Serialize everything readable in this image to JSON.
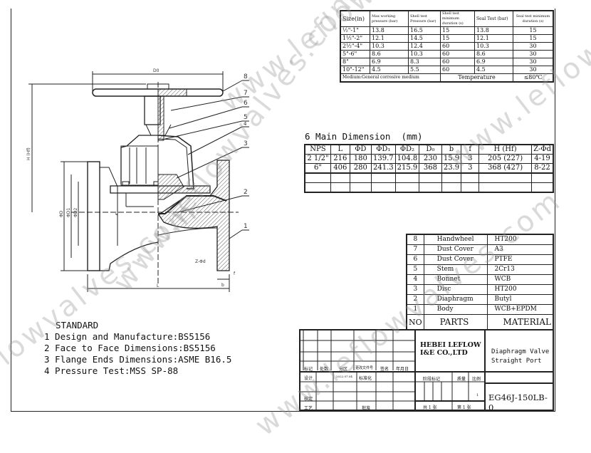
{
  "pressure_table": {
    "headers": [
      "Size(in)",
      "Max working pressure (bar)",
      "Shell test Pressure (bar)",
      "Shell test minimum duration (s)",
      "Seal Test (bar)",
      "Seal test minimum duration (s)"
    ],
    "rows": [
      [
        "½\"-1\"",
        "13.8",
        "16.5",
        "15",
        "13.8",
        "15"
      ],
      [
        "1½\"-2\"",
        "12.1",
        "14.5",
        "15",
        "12.1",
        "15"
      ],
      [
        "2½\"-4\"",
        "10.3",
        "12.4",
        "60",
        "10.3",
        "30"
      ],
      [
        "5\"-6\"",
        "8.6",
        "10.3",
        "60",
        "8.6",
        "30"
      ],
      [
        "8\"",
        "6.9",
        "8.3",
        "60",
        "6.9",
        "30"
      ],
      [
        "10\"-12\"",
        "4.5",
        "5.5",
        "60",
        "4.5",
        "30"
      ]
    ],
    "footer": {
      "medium": "Medium:General corrosive medium",
      "temp_label": "Temperature",
      "temp_value": "≤80℃"
    }
  },
  "main_dimension": {
    "title": "6 Main Dimension  (mm)",
    "headers": [
      "NPS",
      "L",
      "ΦD",
      "ΦD₁",
      "ΦD₂",
      "D₀",
      "b",
      "f",
      "H (Hf)",
      "Z-Φd"
    ],
    "rows": [
      [
        "2 1/2\"",
        "216",
        "180",
        "139.7",
        "104.8",
        "230",
        "15.9",
        "3",
        "205 (227)",
        "4-19"
      ],
      [
        "6\"",
        "406",
        "280",
        "241.3",
        "215.9",
        "368",
        "23.9",
        "3",
        "368 (427)",
        "8-22"
      ]
    ]
  },
  "parts": {
    "rows": [
      [
        "8",
        "Handwheel",
        "HT200"
      ],
      [
        "7",
        "Dust Cover",
        "A3"
      ],
      [
        "6",
        "Dust Cover",
        "PTFE"
      ],
      [
        "5",
        "Stem",
        "2Cr13"
      ],
      [
        "4",
        "Bonnet",
        "WCB"
      ],
      [
        "3",
        "Disc",
        "HT200"
      ],
      [
        "2",
        "Diaphragm",
        "Butyl"
      ],
      [
        "1",
        "Body",
        "WCB+EPDM"
      ]
    ],
    "header": [
      "NO",
      "PARTS",
      "MATERIAL"
    ]
  },
  "drawing": {
    "dims": {
      "d0": "D0",
      "h": "H (Hf)",
      "d": "ΦD",
      "d1": "ΦD1",
      "d2": "ΦD2",
      "l": "L",
      "z": "Z-Φd",
      "f": "f",
      "b": "b"
    },
    "callouts": [
      "1",
      "2",
      "3",
      "4",
      "5",
      "6",
      "7",
      "8"
    ]
  },
  "standard": {
    "title": "STANDARD",
    "items": [
      "1 Design and Manufacture:BS5156",
      "2 Face to Face Dimensions:BS5156",
      "3 Flange Ends Dimensions:ASME B16.5",
      "4 Pressure Test:MSS SP-88"
    ]
  },
  "title_block": {
    "labels_row": [
      "标记",
      "处数",
      "分区",
      "更改文件号",
      "签名",
      "年月日"
    ],
    "design": "设计",
    "date": "2022.07.04",
    "standardize": "标准化",
    "check": "核定",
    "process": "工艺",
    "approve": "批准",
    "stage": "阶段标记",
    "weight": "质量",
    "scale": "比例",
    "scale_value": "1",
    "sheets_total": "共 1 张",
    "sheet_no": "第 1 张",
    "company_line1": "HEBEI LEFLOW",
    "company_line2": "I&E CO.,LTD",
    "product_line1": "Diaphragm Valve",
    "product_line2": "Straight Port",
    "drawing_no": "EG46J-150LB-0"
  },
  "watermark": "www.leflowvalves.com"
}
